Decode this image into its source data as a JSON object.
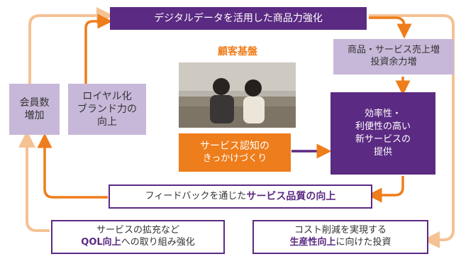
{
  "top_banner": "デジタルデータを活用した商品力強化",
  "core_title": "顧客基盤",
  "service_box": {
    "line1": "サービス認知の",
    "line2": "きっかけづくり"
  },
  "right_top": {
    "line1": "商品・サービス売上増",
    "line2": "投資余力増"
  },
  "center_right": {
    "line1": "効率性・",
    "line2": "利便性の高い",
    "line3": "新サービスの",
    "line4": "提供"
  },
  "left_outer": {
    "line1": "会員数",
    "line2": "増加"
  },
  "left_inner": {
    "line1": "ロイヤル化",
    "line2": "ブランド力の",
    "line3": "向上"
  },
  "feedback_box": {
    "prefix": "フィードバックを通じた",
    "highlight": "サービス品質の向上"
  },
  "bottom_left": {
    "line1": "サービスの拡充など",
    "highlight": "QOL向上",
    "suffix": "への取り組み強化"
  },
  "bottom_right": {
    "line1": "コスト削減を実現する",
    "highlight": "生産性向上",
    "suffix": "に向けた投資"
  },
  "colors": {
    "dark_purple": "#5b2a82",
    "light_purple": "#c7b8d9",
    "orange": "#ee7d1b",
    "light_orange": "#f5c294"
  }
}
